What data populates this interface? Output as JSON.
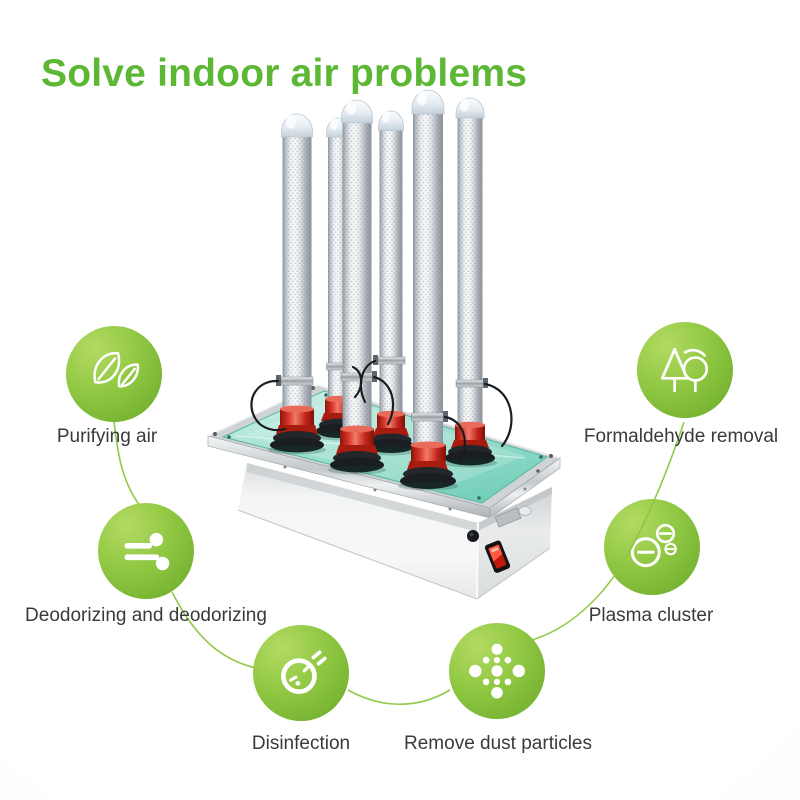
{
  "title": {
    "text": "Solve indoor air problems",
    "color": "#5cb735"
  },
  "features": [
    {
      "id": "purifying-air",
      "label": "Purifying air",
      "icon": "leaf-icon"
    },
    {
      "id": "formaldehyde-removal",
      "label": "Formaldehyde removal",
      "icon": "forest-trees-icon"
    },
    {
      "id": "deodorizing",
      "label": "Deodorizing and deodorizing",
      "icon": "wind-icon"
    },
    {
      "id": "plasma-cluster",
      "label": "Plasma cluster",
      "icon": "negative-ions-icon"
    },
    {
      "id": "disinfection",
      "label": "Disinfection",
      "icon": "disinfection-lens-icon"
    },
    {
      "id": "remove-dust",
      "label": "Remove dust particles",
      "icon": "dust-particles-icon"
    }
  ],
  "product": {
    "description": "air purifier module with six perforated UV lamp tubes on a teal glass base",
    "tube_count": 6,
    "has_power_switch": true
  },
  "colors": {
    "title_green": "#5cb735",
    "badge_green_light": "#a9d45b",
    "badge_green_dark": "#649f26",
    "connector_line": "#8dc63e",
    "label_text": "#3a3a3a",
    "plate_teal": "#8fd9c6",
    "collar_red": "#cf2a1b",
    "switch_red": "#e03522",
    "tube_steel": "#c9ced4",
    "body_white": "#f2f3f4"
  }
}
